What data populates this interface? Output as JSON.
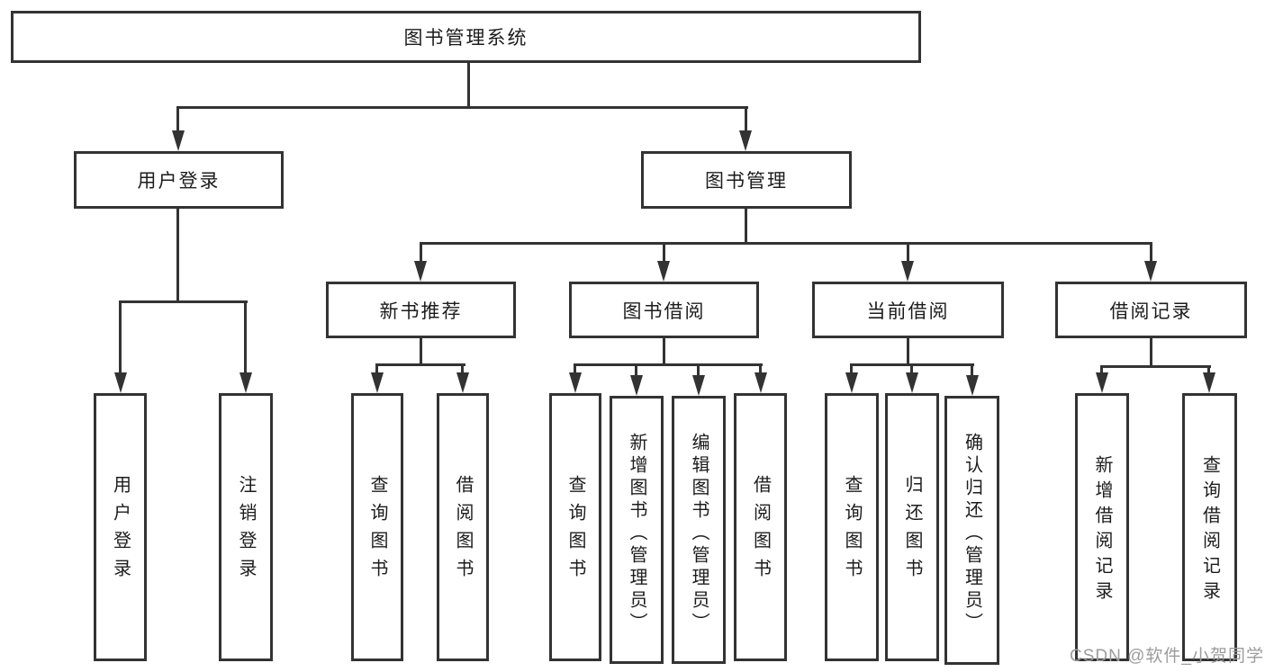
{
  "diagram": {
    "root": {
      "label": "图书管理系统"
    },
    "level2": {
      "user_login": {
        "label": "用户登录"
      },
      "book_management": {
        "label": "图书管理"
      }
    },
    "level3": {
      "new_book_recommend": {
        "label": "新书推荐"
      },
      "book_borrow": {
        "label": "图书借阅"
      },
      "current_borrow": {
        "label": "当前借阅"
      },
      "borrow_records": {
        "label": "借阅记录"
      }
    },
    "leaves": {
      "user_login": {
        "label": "用户登录"
      },
      "logout": {
        "label": "注销登录"
      },
      "recommend_query_books": {
        "label": "查询图书"
      },
      "recommend_borrow_books": {
        "label": "借阅图书"
      },
      "borrow_query_books": {
        "label": "查询图书"
      },
      "add_book_admin": {
        "label": "新增图书（管理员）"
      },
      "edit_book_admin": {
        "label": "编辑图书（管理员）"
      },
      "borrow_borrow_books": {
        "label": "借阅图书"
      },
      "current_query_books": {
        "label": "查询图书"
      },
      "return_books": {
        "label": "归还图书"
      },
      "confirm_return_admin": {
        "label": "确认归还（管理员）"
      },
      "add_borrow_record": {
        "label": "新增借阅记录"
      },
      "query_borrow_record": {
        "label": "查询借阅记录"
      }
    },
    "watermark": "CSDN @软件_小贺同学",
    "colors": {
      "line": "#333333",
      "text": "#1c1c1c",
      "watermark": "#9c9c9c",
      "background": "#ffffff"
    }
  }
}
